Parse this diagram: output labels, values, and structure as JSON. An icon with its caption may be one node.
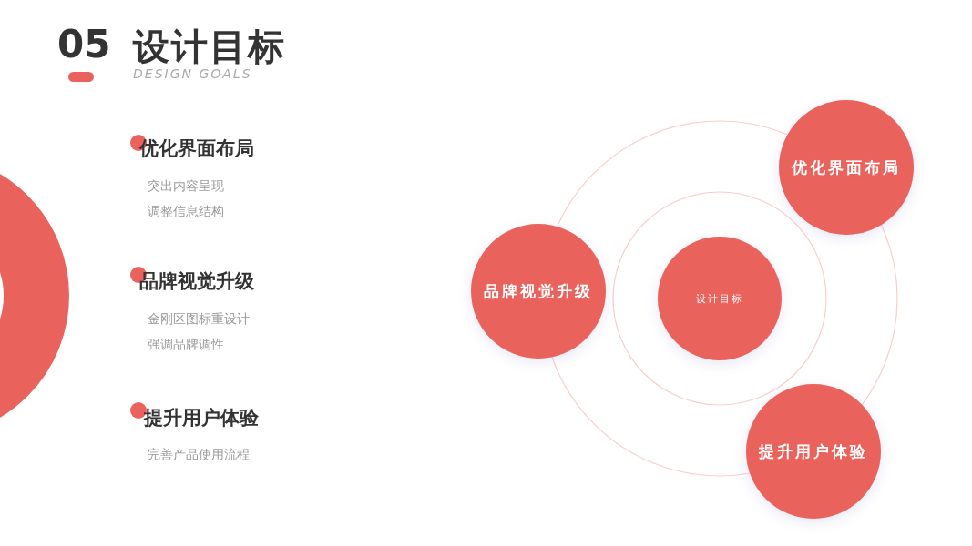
{
  "diagram": {
    "title": "设计目标",
    "nodes": [
      {
        "text": [
          "设计目标"
        ]
      },
      {
        "text": [
          "优化界面布局"
        ]
      },
      {
        "text": [
          "品牌视觉升级"
        ]
      },
      {
        "text": [
          "提升用户体验"
        ]
      }
    ],
    "labels": [
      "05",
      "DESIGN GOALS",
      "优化界面布局",
      "突出内容呈现",
      "调整信息结构",
      "品牌视觉升级",
      "金刚区图标重设计",
      "强调品牌调性",
      "提升用户体验",
      "完善产品使用流程"
    ]
  }
}
